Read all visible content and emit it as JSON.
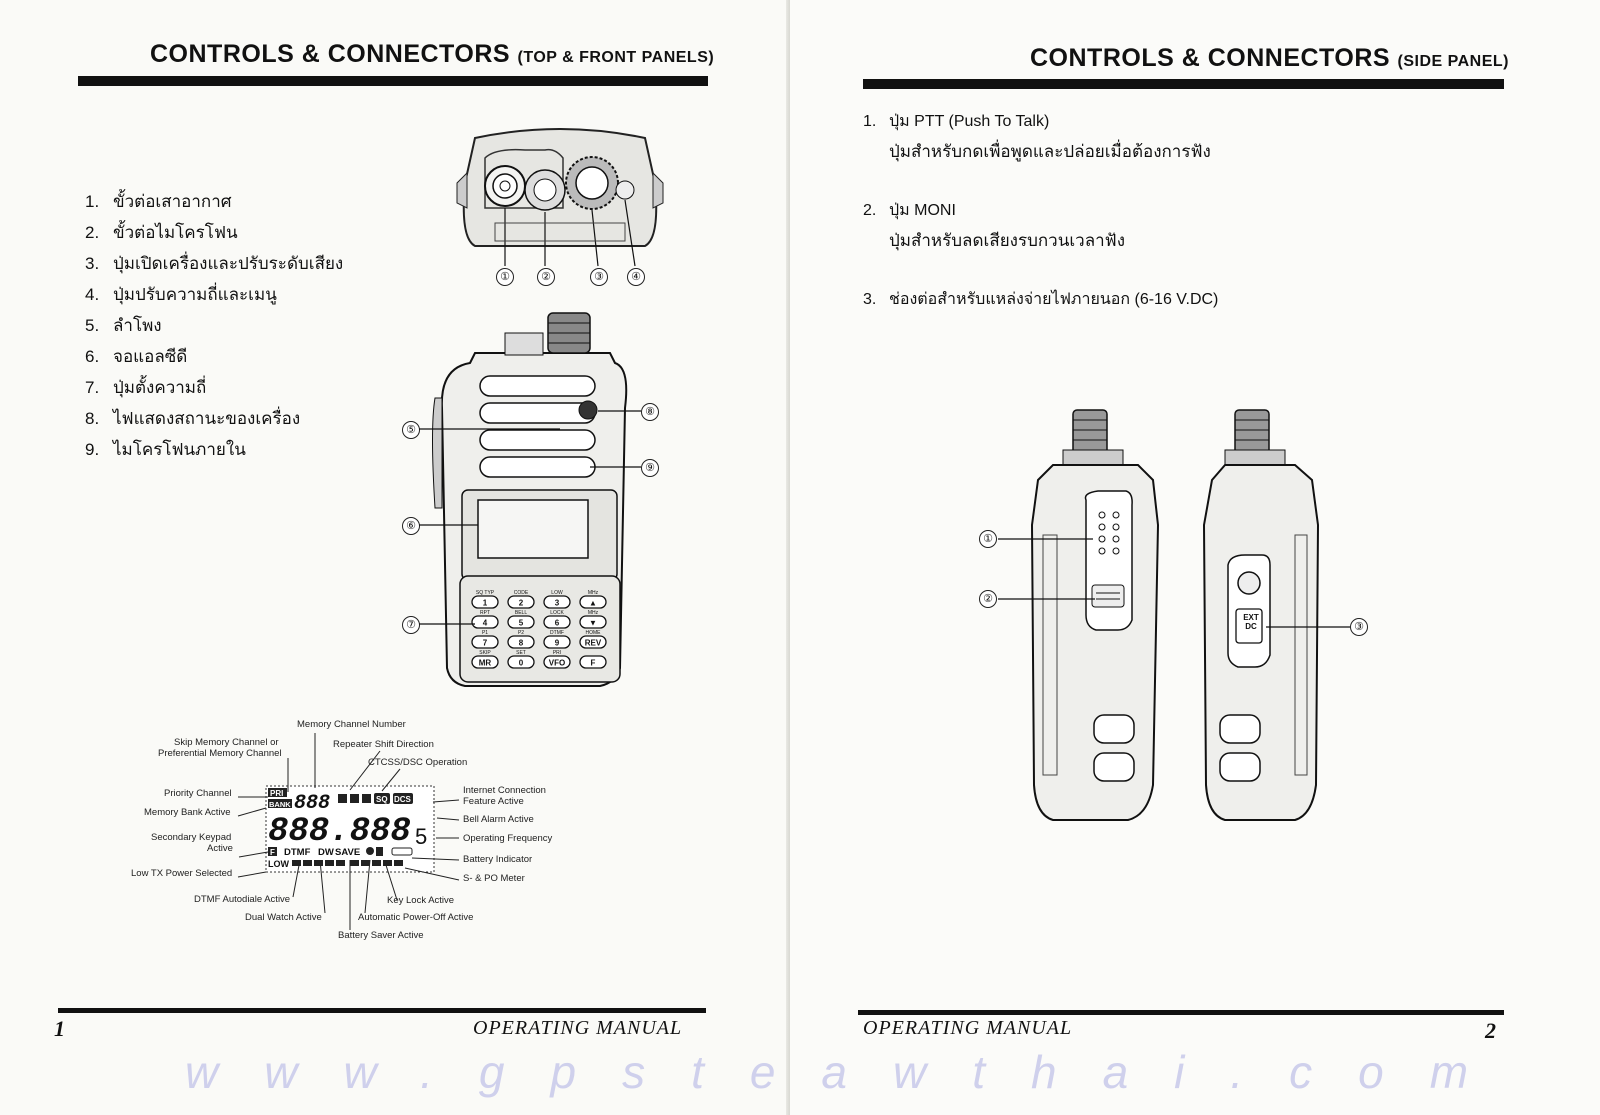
{
  "left": {
    "title_main": "CONTROLS & CONNECTORS",
    "title_sub": "(TOP & FRONT PANELS)",
    "items": [
      {
        "n": "1.",
        "text": "ขั้วต่อเสาอากาศ"
      },
      {
        "n": "2.",
        "text": "ขั้วต่อไมโครโฟน"
      },
      {
        "n": "3.",
        "text": "ปุ่มเปิดเครื่องและปรับระดับเสียง"
      },
      {
        "n": "4.",
        "text": "ปุ่มปรับความถี่และเมนู"
      },
      {
        "n": "5.",
        "text": "ลำโพง"
      },
      {
        "n": "6.",
        "text": "จอแอลซีดี"
      },
      {
        "n": "7.",
        "text": "ปุ่มตั้งความถี่"
      },
      {
        "n": "8.",
        "text": "ไฟแสดงสถานะของเครื่อง"
      },
      {
        "n": "9.",
        "text": "ไมโครโฟนภายใน"
      }
    ],
    "top_callouts": [
      "①",
      "②",
      "③",
      "④"
    ],
    "front_callouts": [
      "⑤",
      "⑥",
      "⑦",
      "⑧",
      "⑨"
    ],
    "keypad_labels": [
      "SQ TYP",
      "CODE",
      "LOW",
      "MHz",
      "RPT",
      "BELL",
      "LOCK",
      "MHz",
      "P1",
      "P2",
      "DTMF",
      "HOME",
      "SKIP",
      "SET",
      "PRI"
    ],
    "keypad_keys": [
      "1",
      "2",
      "3",
      "▲",
      "4",
      "5",
      "6",
      "▼",
      "7",
      "8",
      "9",
      "REV",
      "MR",
      "0",
      "VFO",
      "F"
    ],
    "lcd_labels": {
      "memory_channel_number": "Memory Channel Number",
      "skip_memory": "Skip Memory Channel or",
      "skip_memory_2": "Preferential Memory Channel",
      "repeater_shift": "Repeater Shift Direction",
      "ctcss": "CTCSS/DSC Operation",
      "priority": "Priority Channel",
      "memory_bank": "Memory Bank Active",
      "internet": "Internet Connection",
      "internet_2": "Feature Active",
      "bell": "Bell Alarm Active",
      "secondary_keypad": "Secondary Keypad",
      "secondary_keypad_2": "Active",
      "operating_freq": "Operating Frequency",
      "battery_indicator": "Battery Indicator",
      "low_tx": "Low TX Power Selected",
      "s_po": "S- & PO Meter",
      "dtmf_autodial": "DTMF Autodiale Active",
      "key_lock": "Key Lock Active",
      "dual_watch": "Dual Watch Active",
      "auto_power_off": "Automatic Power-Off Active",
      "battery_saver": "Battery Saver Active"
    },
    "lcd_text": {
      "pri": "PRI",
      "bank": "BANK",
      "channel_digits": "888",
      "freq_digits": "888.888",
      "half_digit": "5",
      "f_icon": "F",
      "low": "LOW",
      "dtmf": "DTMF",
      "dw": "DW",
      "save": "SAVE",
      "sq": "SQ",
      "dcs": "DCS"
    },
    "footer": "OPERATING MANUAL",
    "page_number": "1"
  },
  "right": {
    "title_main": "CONTROLS & CONNECTORS",
    "title_sub": "(SIDE PANEL)",
    "items": [
      {
        "n": "1.",
        "label": "ปุ่ม PTT (Push To Talk)",
        "desc": "ปุ่มสำหรับกดเพื่อพูดและปล่อยเมื่อต้องการฟัง"
      },
      {
        "n": "2.",
        "label": "ปุ่ม MONI",
        "desc": "ปุ่มสำหรับลดเสียงรบกวนเวลาฟัง"
      },
      {
        "n": "3.",
        "label": "ช่องต่อสำหรับแหล่งจ่ายไฟภายนอก (6-16 V.DC)",
        "desc": ""
      }
    ],
    "side_callouts": [
      "①",
      "②",
      "③"
    ],
    "ext_dc_label": "EXT DC",
    "footer": "OPERATING MANUAL",
    "page_number": "2"
  },
  "watermark": "www.gpsteawthai.com"
}
